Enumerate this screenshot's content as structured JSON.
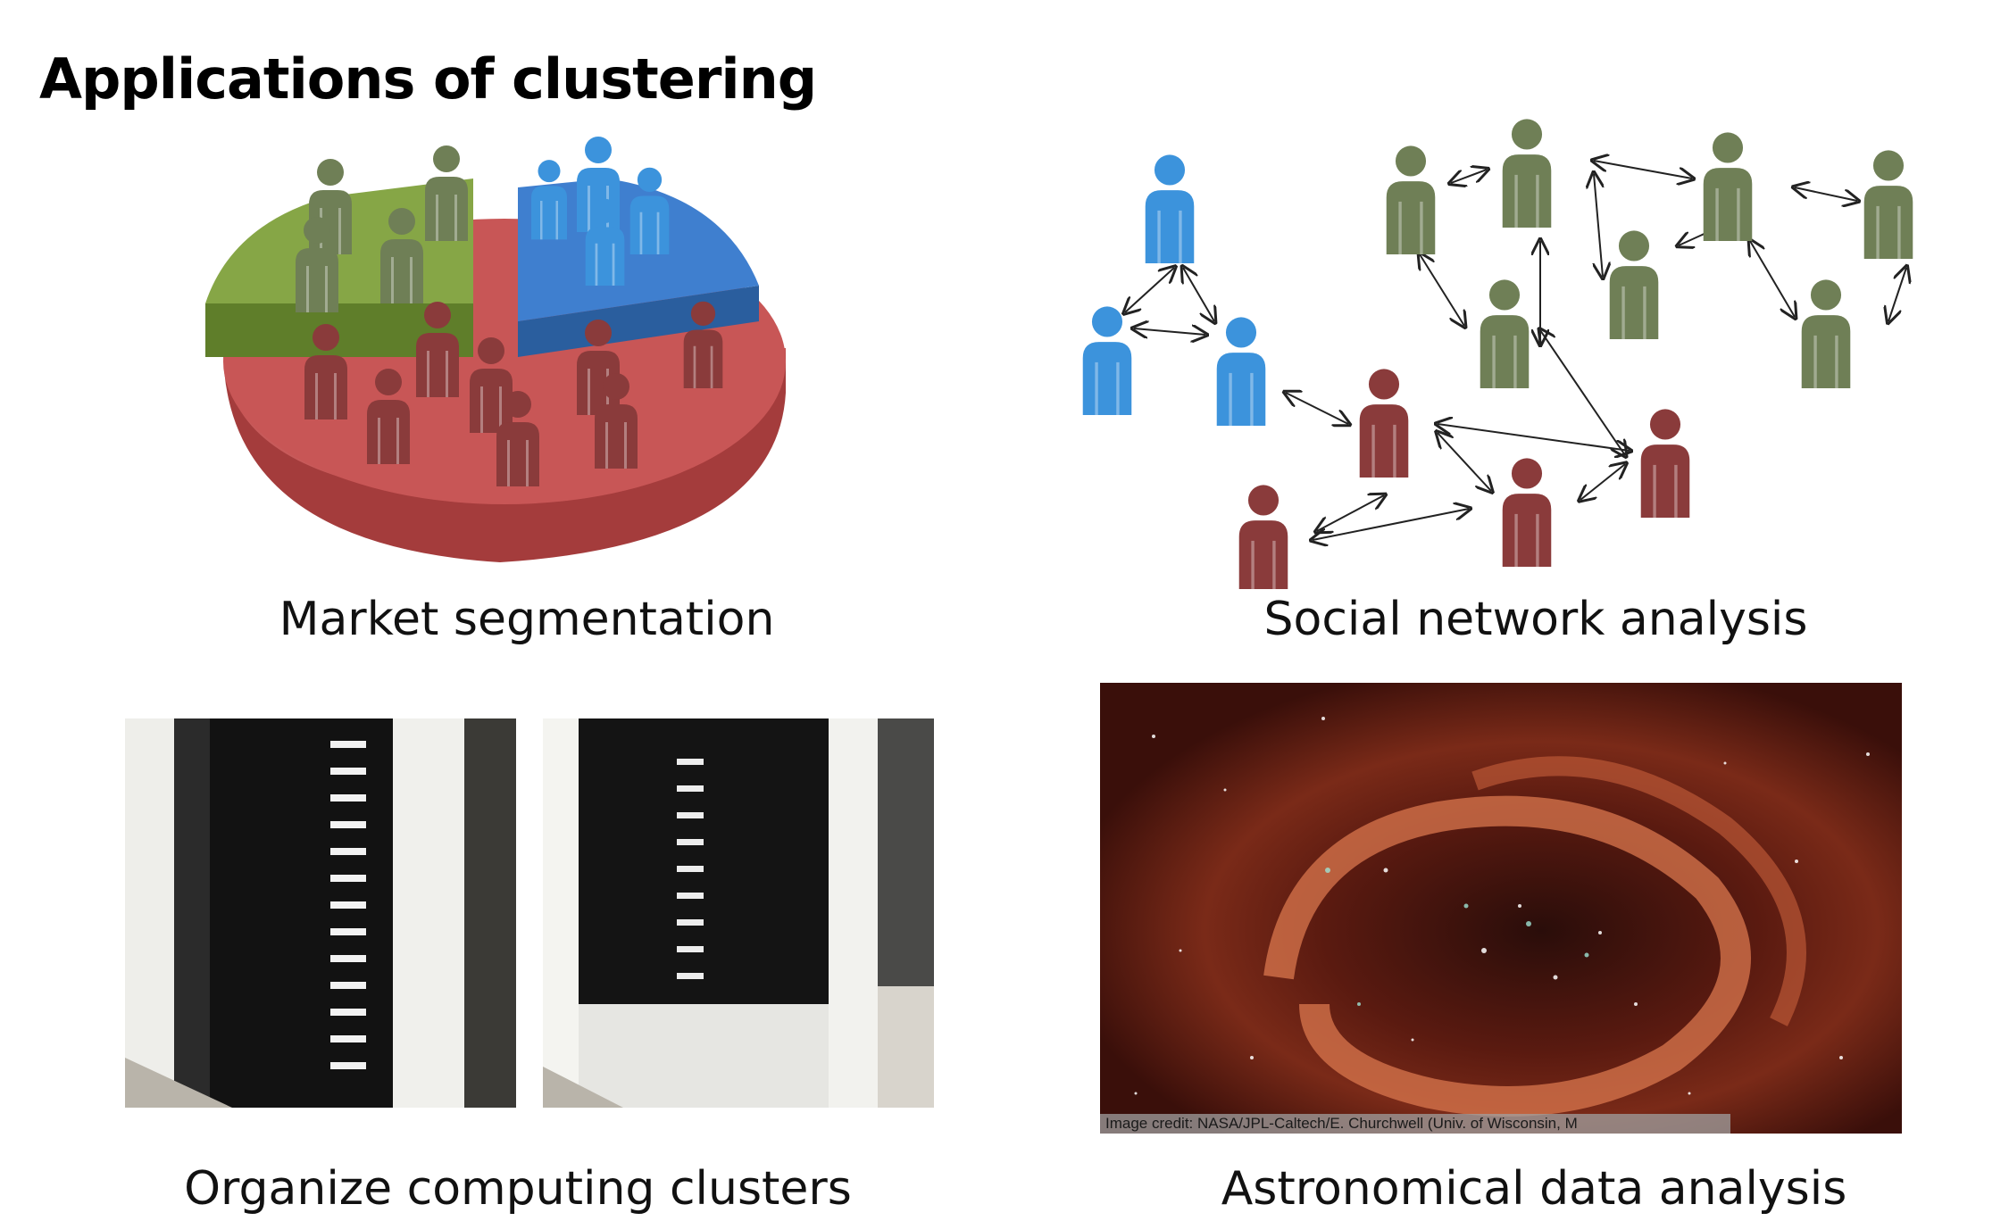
{
  "slide": {
    "title": "Applications of clustering",
    "panels": [
      {
        "id": "market",
        "caption": "Market segmentation",
        "icon": "pie-chart-people-icon"
      },
      {
        "id": "social",
        "caption": "Social network analysis",
        "icon": "network-people-icon"
      },
      {
        "id": "computing",
        "caption": "Organize computing clusters",
        "icon": "server-rack-photo"
      },
      {
        "id": "astro",
        "caption": "Astronomical data analysis",
        "icon": "nebula-photo",
        "image_credit": "Image credit: NASA/JPL-Caltech/E. Churchwell (Univ. of Wisconsin, M"
      }
    ]
  },
  "colors": {
    "green": "#7b9a3c",
    "blue": "#3a8fd6",
    "red": "#b84a4a",
    "person_green": "#6f7f56",
    "person_blue": "#3c93dc",
    "person_red": "#8a3b3b"
  }
}
